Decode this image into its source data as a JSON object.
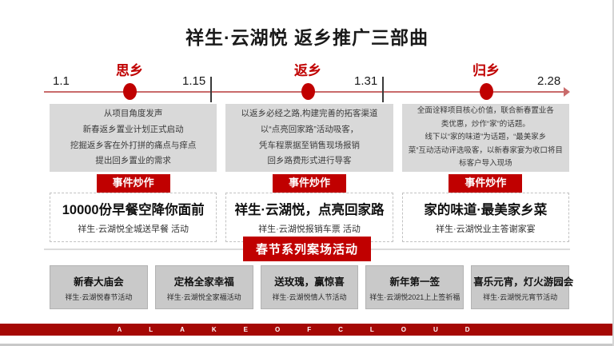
{
  "title": "祥生·云湖悦 返乡推广三部曲",
  "colors": {
    "accent_red": "#c00000",
    "timeline_line": "#c96b6b",
    "footer_red": "#a50805",
    "box_gray": "#d9d9d9",
    "event_gray": "#c9c9c9"
  },
  "timeline": {
    "dates": [
      "1.1",
      "1.15",
      "1.31",
      "2.28"
    ],
    "phases": [
      {
        "label": "思乡"
      },
      {
        "label": "返乡"
      },
      {
        "label": "归乡"
      }
    ]
  },
  "columns": [
    {
      "description": [
        "从项目角度发声",
        "新春返乡置业计划正式启动",
        "挖掘返乡客在外打拼的痛点与痒点",
        "提出回乡置业的需求"
      ],
      "badge": "事件炒作",
      "headline": "10000份早餐空降你面前",
      "subtitle": "祥生·云湖悦全城送早餐 活动"
    },
    {
      "description": [
        "以返乡必经之路,构建完善的拓客渠道",
        "以“点亮回家路”活动吸客，",
        "凭车程票据至销售现场报销",
        "回乡路费形式进行导客"
      ],
      "badge": "事件炒作",
      "headline": "祥生·云湖悦，点亮回家路",
      "subtitle": "祥生·云湖悦报销车票 活动"
    },
    {
      "description": [
        "全面诠释项目核心价值，联合新春置业各",
        "类优惠，炒作“家”的话题。",
        "线下以“家的味道”为话题，“最美家乡",
        "菜”互动活动评选吸客，以新春家宴为收口将目",
        "标客户导入现场"
      ],
      "badge": "事件炒作",
      "headline": "家的味道·最美家乡菜",
      "subtitle": "祥生·云湖悦业主答谢家宴"
    }
  ],
  "banner": "春节系列案场活动",
  "events": [
    {
      "title": "新春大庙会",
      "subtitle": "祥生·云湖悦春节活动"
    },
    {
      "title": "定格全家幸福",
      "subtitle": "祥生·云湖悦全家福活动"
    },
    {
      "title": "送玫瑰，赢惊喜",
      "subtitle": "祥生·云湖悦情人节活动"
    },
    {
      "title": "新年第一签",
      "subtitle": "祥生·云湖悦2021上上签祈福"
    },
    {
      "title": "喜乐元宵，灯火游园会",
      "subtitle": "祥生·云湖悦元宵节活动"
    }
  ],
  "footer": {
    "words": [
      "A",
      "LAKE",
      "OF",
      "CLOUD"
    ]
  }
}
